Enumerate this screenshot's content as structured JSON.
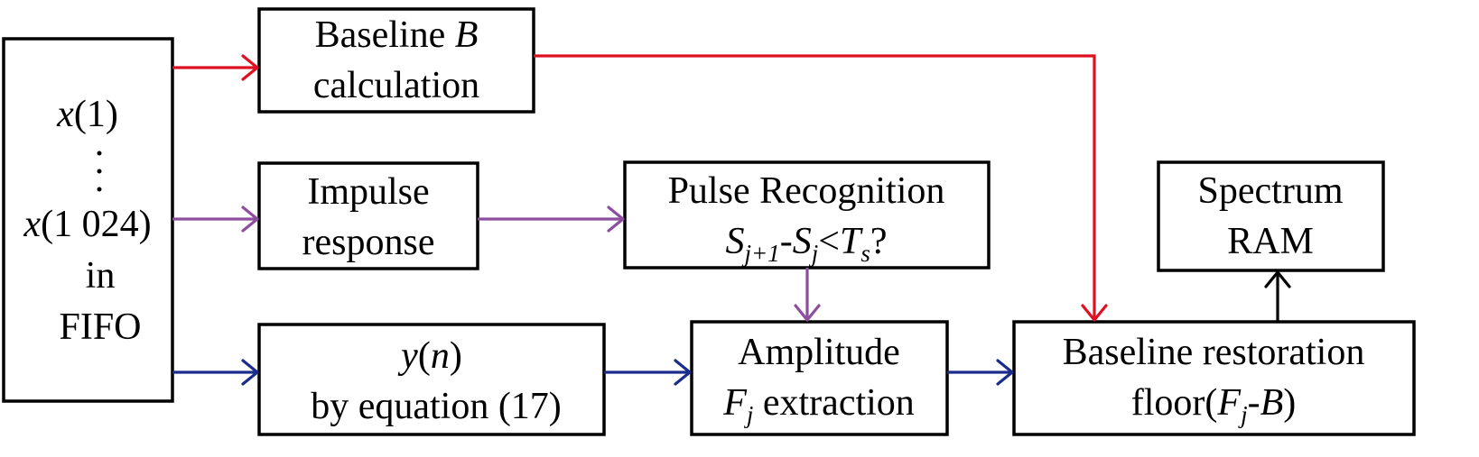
{
  "colors": {
    "red": "#dd1122",
    "purple": "#8e4ea0",
    "navy": "#1a2c8c",
    "black": "#000000"
  },
  "fifo": {
    "line1_var": "x",
    "line1_arg": "(1)",
    "dot1": ".",
    "dot2": ".",
    "dot3": ".",
    "line3_var": "x",
    "line3_arg": "(1 024)",
    "line4": "in",
    "line5": "FIFO"
  },
  "baseline_calc": {
    "line1_text": "Baseline",
    "line1_var": "B",
    "line2": "calculation"
  },
  "impulse": {
    "line1": "Impulse",
    "line2": "response"
  },
  "pulse": {
    "line1": "Pulse Recognition",
    "s1": "S",
    "s1_sub": "j+1",
    "minus": "-",
    "s2": "S",
    "s2_sub": "j",
    "lt": "<",
    "t": "T",
    "t_sub": "s",
    "q": "?"
  },
  "yn_box": {
    "y": "y",
    "open": "(",
    "n": "n",
    "close": ")",
    "line2": "by equation (17)"
  },
  "amplitude": {
    "line1": "Amplitude",
    "f": "F",
    "f_sub": "j",
    "rest": " extraction"
  },
  "restoration": {
    "line1": "Baseline restoration",
    "pre": "floor(",
    "f": "F",
    "f_sub": "j",
    "mid": "-",
    "b": "B",
    "post": ")"
  },
  "spectrum": {
    "line1": "Spectrum",
    "line2": "RAM"
  }
}
